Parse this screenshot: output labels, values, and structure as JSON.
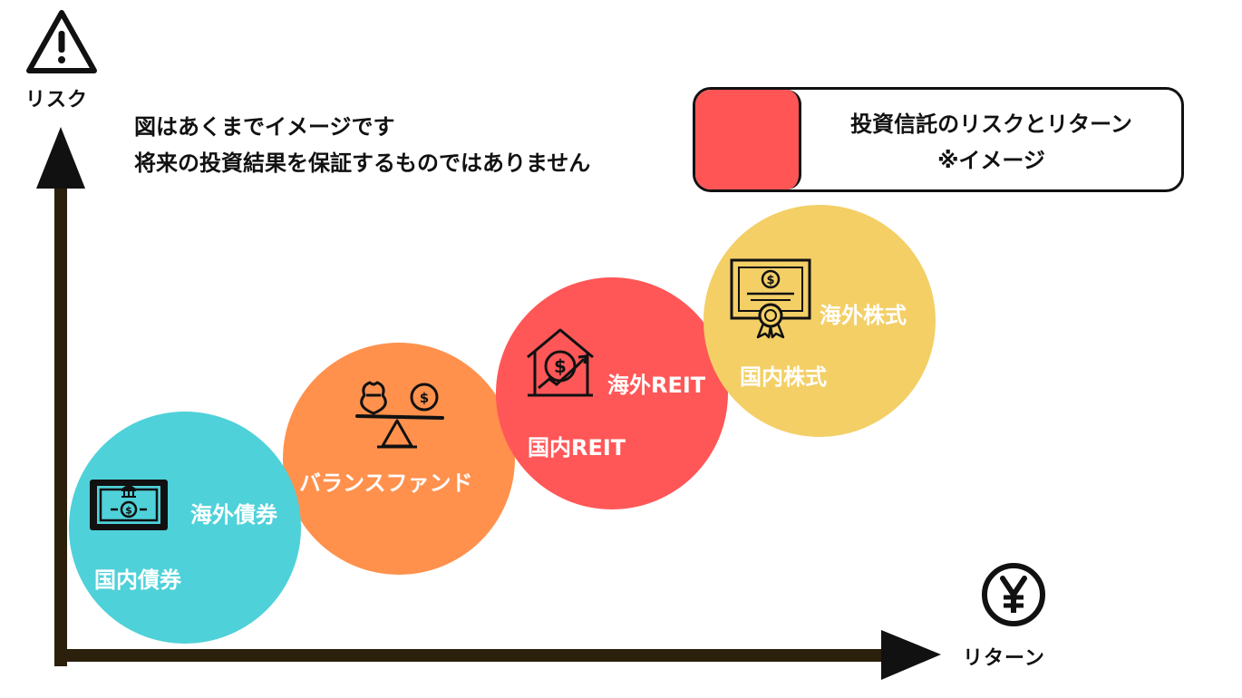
{
  "axes": {
    "y_label": "リスク",
    "x_label": "リターン",
    "y_icon": "warning-icon",
    "x_icon": "yen-icon"
  },
  "note": {
    "line1": "図はあくまでイメージです",
    "line2": "将来の投資結果を保証するものではありません"
  },
  "legend": {
    "line1": "投資信託のリスクとリターン",
    "line2": "※イメージ",
    "color": "#ff5555"
  },
  "bubbles": {
    "bond": {
      "icon": "banknote-icon",
      "color": "#4fd1d9",
      "labels": [
        "海外債券",
        "国内債券"
      ]
    },
    "balanced": {
      "icon": "balance-scale-icon",
      "label": "バランスファンド",
      "color": "#ff914d"
    },
    "reit": {
      "icon": "house-dollar-icon",
      "color": "#ff5757",
      "labels": [
        "海外REIT",
        "国内REIT"
      ]
    },
    "stock": {
      "icon": "certificate-icon",
      "color": "#f3cf66",
      "labels": [
        "海外株式",
        "国内株式"
      ]
    }
  },
  "colors": {
    "axis": "#2a200c",
    "icon": "#111111"
  }
}
